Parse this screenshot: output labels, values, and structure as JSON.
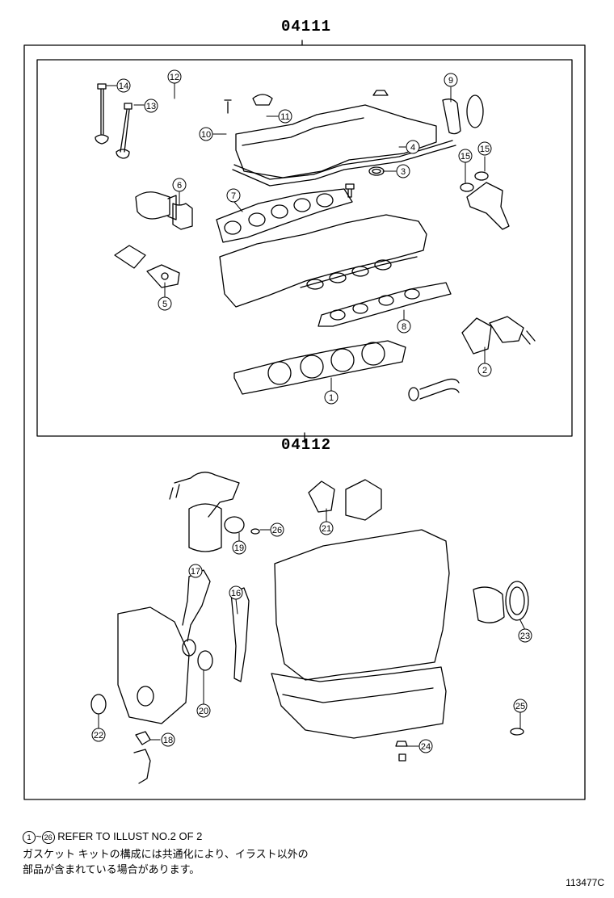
{
  "kits": [
    {
      "code": "04111"
    },
    {
      "code": "04112"
    }
  ],
  "callouts": [
    "1",
    "2",
    "3",
    "4",
    "5",
    "6",
    "7",
    "8",
    "9",
    "10",
    "11",
    "12",
    "13",
    "14",
    "15",
    "15",
    "16",
    "17",
    "18",
    "19",
    "20",
    "21",
    "22",
    "23",
    "24",
    "25",
    "26"
  ],
  "note": {
    "range_start": "1",
    "range_sep": "~",
    "range_end": "26",
    "refer_text": "REFER TO ILLUST NO.2 OF 2",
    "jp_line1": "ガスケット キットの構成には共通化により、イラスト以外の",
    "jp_line2": "部品が含まれている場合があります。"
  },
  "illustration_code": "113477C"
}
